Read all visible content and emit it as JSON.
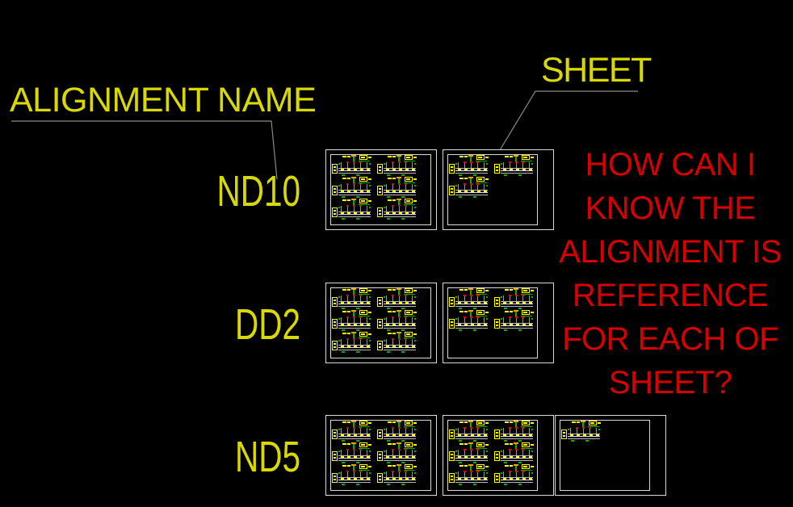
{
  "app": {
    "description": "CAD drawing view with alignment sheet thumbnails",
    "background": "#000000"
  },
  "colors": {
    "yellow": "#d9d900",
    "bright_yellow": "#ffff00",
    "red": "#d60000",
    "dot_red": "#e60000",
    "green": "#00b400",
    "orange": "#f0a000",
    "leader_gray": "#8a8a8a",
    "sheet_border": "#d9d9d9",
    "grid_gray": "#b8b8b8",
    "post_gray": "#989898"
  },
  "annotations": {
    "alignment_name_label": "ALIGNMENT NAME",
    "sheet_label": "SHEET",
    "question_lines": [
      "HOW CAN I",
      "KNOW THE",
      "ALIGNMENT IS",
      "REFERENCE",
      "FOR EACH OF",
      "SHEET?"
    ]
  },
  "alignment_rows": [
    {
      "alignment": "ND10",
      "sheets": [
        {
          "sections": [
            [
              0,
              0
            ],
            [
              1,
              0
            ],
            [
              0,
              1
            ],
            [
              1,
              1
            ],
            [
              0,
              2
            ],
            [
              1,
              2
            ]
          ],
          "wide_right_margin": false
        },
        {
          "sections": [
            [
              0,
              0
            ],
            [
              1,
              0
            ],
            [
              0,
              1
            ]
          ],
          "wide_right_margin": true
        }
      ]
    },
    {
      "alignment": "DD2",
      "sheets": [
        {
          "sections": [
            [
              0,
              0
            ],
            [
              1,
              0
            ],
            [
              0,
              1
            ],
            [
              1,
              1
            ],
            [
              0,
              2
            ],
            [
              1,
              2
            ]
          ],
          "wide_right_margin": false
        },
        {
          "sections": [
            [
              0,
              0
            ],
            [
              1,
              0
            ],
            [
              0,
              1
            ],
            [
              1,
              1
            ]
          ],
          "wide_right_margin": true
        }
      ]
    },
    {
      "alignment": "ND5",
      "sheets": [
        {
          "sections": [
            [
              0,
              0
            ],
            [
              1,
              0
            ],
            [
              0,
              1
            ],
            [
              1,
              1
            ],
            [
              0,
              2
            ],
            [
              1,
              2
            ]
          ],
          "wide_right_margin": false
        },
        {
          "sections": [
            [
              0,
              0
            ],
            [
              1,
              0
            ],
            [
              0,
              1
            ],
            [
              1,
              1
            ],
            [
              0,
              2
            ],
            [
              1,
              2
            ]
          ],
          "wide_right_margin": true
        },
        {
          "sections": [
            [
              0,
              0
            ]
          ],
          "wide_right_margin": true
        }
      ]
    }
  ]
}
